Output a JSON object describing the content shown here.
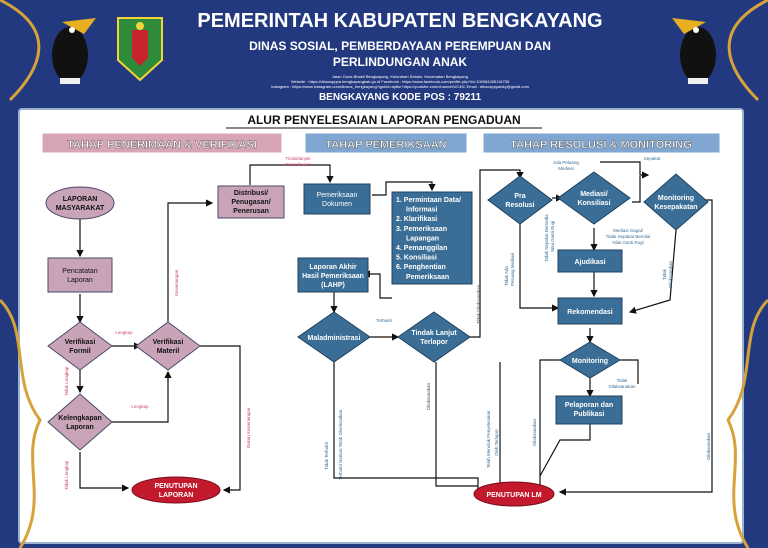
{
  "header": {
    "title": "PEMERINTAH KABUPATEN BENGKAYANG",
    "subtitle_1": "DINAS SOSIAL, PEMBERDAYAAN PEREMPUAN DAN",
    "subtitle_2": "PERLINDUNGAN ANAK",
    "info_1": "Jalan Guna Bhakti Bengkayang, Kelurahan Sebalo, Kecamatan Bengkayang",
    "info_2": "Website : https://dinsospppa.bengkayangkab.go.id  Facebook : https://www.facebook.com/profile.php?id=100064285116705",
    "info_3": "Instagram : https://www.instagram.com/dinsos_bengkayang?igshid=ajdke   https://youtube.com/channel/UC4tC  Email : dinsospppabky@gmail.com",
    "kodepos": "BENGKAYANG KODE POS : 79211"
  },
  "diagram": {
    "title": "ALUR PENYELESAIAN LAPORAN PENGADUAN",
    "stages": [
      "TAHAP PENERIMAAN & VERIFIKASI",
      "TAHAP PEMERIKSAAN",
      "TAHAP RESOLUSI & MONITORING"
    ],
    "nodes": {
      "laporan_masyarakat": [
        "LAPORAN",
        "MASYARAKAT"
      ],
      "pencatatan": [
        "Pencatatan",
        "Laporan"
      ],
      "verifikasi_formil": [
        "Verifikasi",
        "Formil"
      ],
      "verifikasi_materil": [
        "Verifikasi",
        "Materil"
      ],
      "kelengkapan": [
        "Kelengkapan",
        "Laporan"
      ],
      "penutupan_laporan": [
        "PENUTUPAN",
        "LAPORAN"
      ],
      "distribusi": [
        "Distribusi/",
        "Penugasan/",
        "Penerusan"
      ],
      "pemeriksaan": [
        "Pemeriksaan",
        "Dokumen"
      ],
      "langkah": [
        "1. Permintaan Data/",
        "Informasi",
        "2. Klarifikasi",
        "3. Pemeriksaan",
        "Lapangan",
        "4. Pemanggilan",
        "5. Konsiliasi",
        "6. Penghentian",
        "Pemeriksaan"
      ],
      "lahp": [
        "Laporan Akhir",
        "Hasil Pemeriksaan",
        "(LAHP)"
      ],
      "maladministrasi": [
        "Maladministrasi"
      ],
      "tindak_lanjut": [
        "Tindak Lanjut",
        "Terlapor"
      ],
      "pra_resolusi": [
        "Pra",
        "Resolusi"
      ],
      "mediasi": [
        "Mediasi/",
        "Konsiliasi"
      ],
      "monitoring_kesepakatan": [
        "Monitoring",
        "Kesepakatan"
      ],
      "ajudikasi": [
        "Ajudikasi"
      ],
      "rekomendasi": [
        "Rekomendasi"
      ],
      "monitoring": [
        "Monitoring"
      ],
      "pelaporan": [
        "Pelaporan dan",
        "Publikasi"
      ],
      "penutupan_lm": [
        "PENUTUPAN LM"
      ]
    },
    "labels": {
      "tindaklanjuti": [
        "Tindaklanjuti",
        "Pemeriksaan"
      ],
      "lengkap_1": "Lengkap",
      "lengkap_2": "Lengkap",
      "tidak_lengkap_1": "Tidak Lengkap",
      "tidak_lengkap_2": "Tidak Lengkap",
      "kewenangan": "Kewenangan",
      "bukan_kewenangan": "Bukan Kewenangan",
      "terbukti": "Terbukti",
      "tidak_terbukti": [
        "Tidak Terbukti",
        "Terbukti Namun Telah Diselesaikan"
      ],
      "tidak_dilaksanakan_1": "Tidak Dilaksanakan",
      "dilaksanakan_1": "Dilaksanakan",
      "telah_menolak": [
        "Telah Menolak Penyelesaian",
        "Oleh Terlapor"
      ],
      "ada_peluang": [
        "Ada Peluang",
        "Mediasi"
      ],
      "tidak_ada_peluang": [
        "Tidak Ada",
        "Peluang Mediasi"
      ],
      "tidak_sepakat_bersedia": [
        "Tidak Sepakat Bersedia",
        "Nilai Ganti Rugi"
      ],
      "sepakat": "Sepakat",
      "mediasi_gagal": [
        "Mediasi Gagal/",
        "Tidak Sepakat Bernilai",
        "Nilai Ganti Rugi"
      ],
      "tidak_dilaksanakan_2": [
        "Tidak",
        "Dilaksanakan"
      ],
      "tidak_dilaksanakan_3": [
        "Tidak",
        "Dilaksanakan"
      ],
      "dilaksanakan_2": "Dilaksanakan",
      "dilaksanakan_3": "Dilaksanakan"
    }
  },
  "colors": {
    "background": "#23397f",
    "node": "#3a6e96",
    "pink": "#c9a4b9",
    "red": "#c2192c",
    "stage_pink": "#d8a5b6",
    "stage_blue": "#7fa7d2",
    "arrow": "#111111"
  }
}
